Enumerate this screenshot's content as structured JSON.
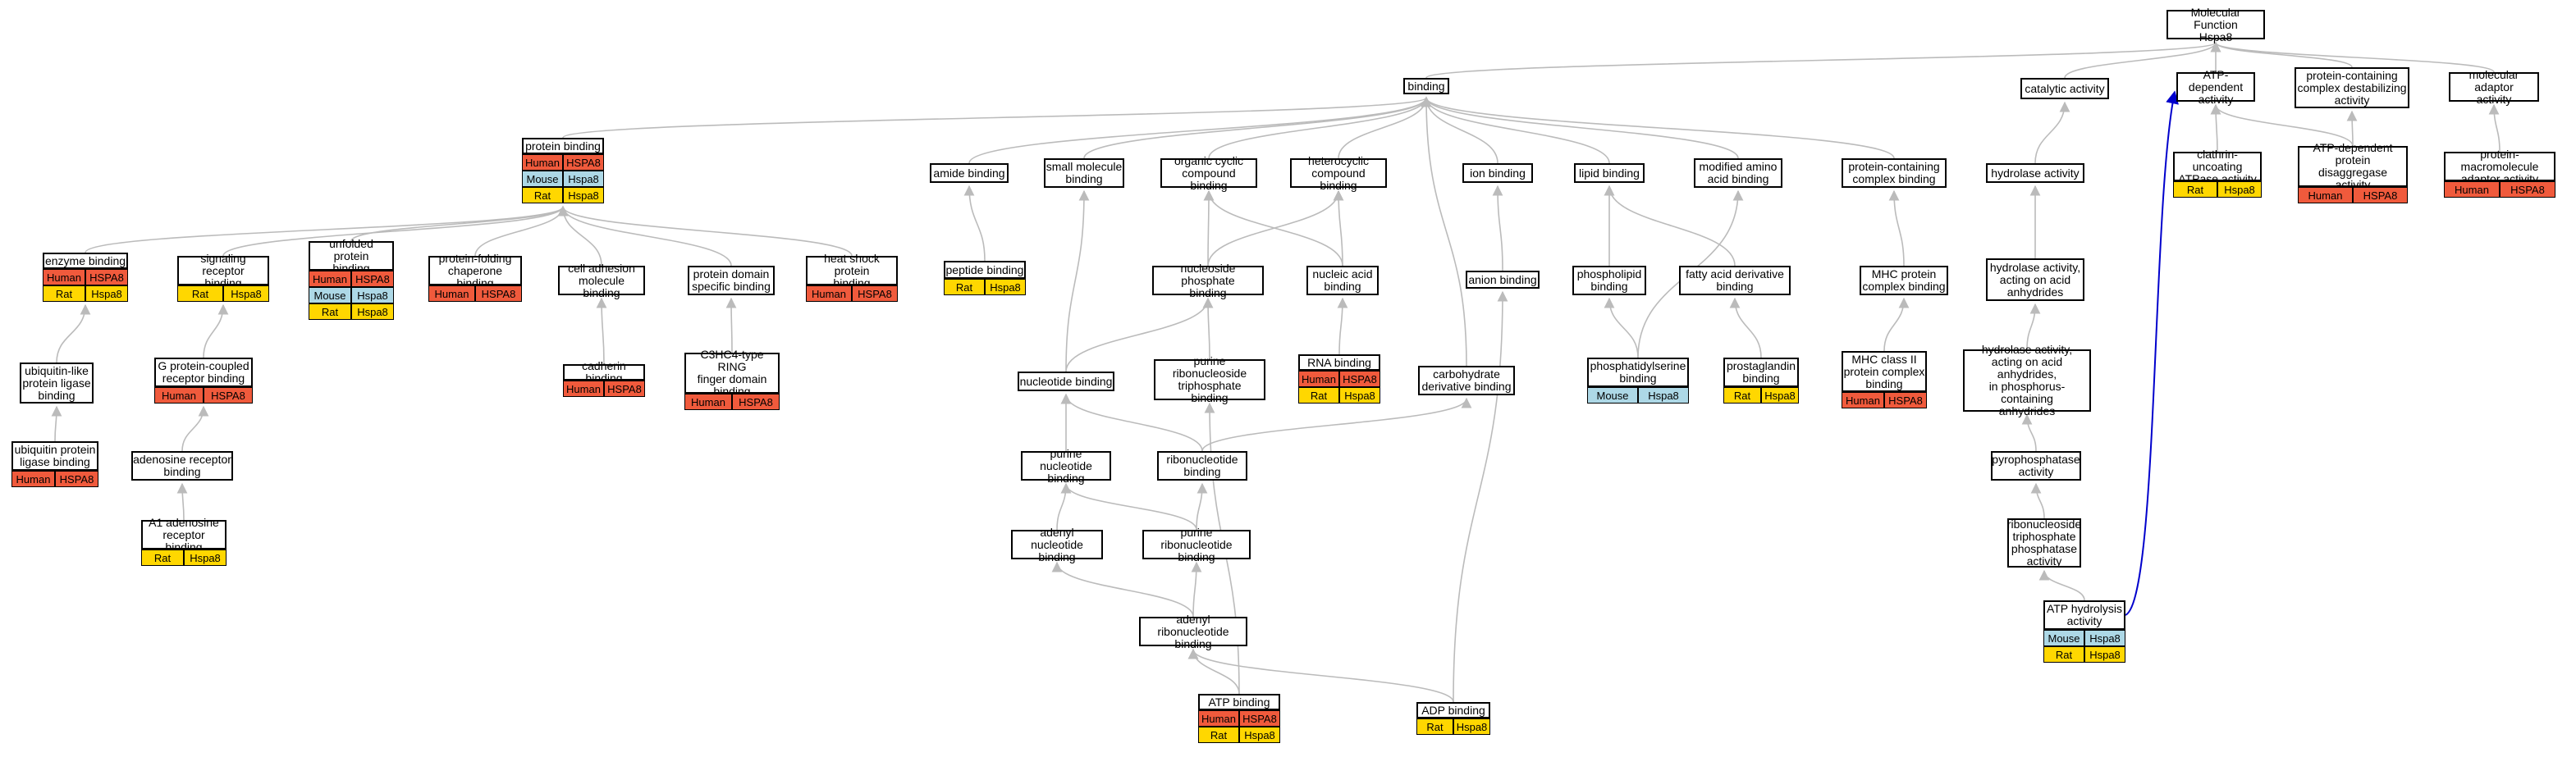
{
  "colors": {
    "human": "#f05a3c",
    "mouse": "#add8e6",
    "rat": "#ffd700",
    "edge": "#bbbbbb",
    "special_edge": "#0000cc"
  },
  "nodes": [
    {
      "id": "mf",
      "label": "Molecular Function\nHspa8"
    },
    {
      "id": "binding",
      "label": "binding"
    },
    {
      "id": "catalytic",
      "label": "catalytic activity"
    },
    {
      "id": "atpdep",
      "label": "ATP-dependent\nactivity"
    },
    {
      "id": "pcdestab",
      "label": "protein-containing\ncomplex destabilizing\nactivity"
    },
    {
      "id": "adaptor",
      "label": "molecular adaptor\nactivity"
    },
    {
      "id": "protbind",
      "label": "protein binding",
      "rows": [
        [
          "Human",
          "HSPA8"
        ],
        [
          "Mouse",
          "Hspa8"
        ],
        [
          "Rat",
          "Hspa8"
        ]
      ]
    },
    {
      "id": "amide",
      "label": "amide binding"
    },
    {
      "id": "smallmol",
      "label": "small molecule\nbinding"
    },
    {
      "id": "orgcyc",
      "label": "organic cyclic\ncompound binding"
    },
    {
      "id": "hetcyc",
      "label": "heterocyclic\ncompound binding"
    },
    {
      "id": "ion",
      "label": "ion binding"
    },
    {
      "id": "lipid",
      "label": "lipid binding"
    },
    {
      "id": "modamino",
      "label": "modified amino\nacid binding"
    },
    {
      "id": "pcbind",
      "label": "protein-containing\ncomplex binding"
    },
    {
      "id": "hydrolase",
      "label": "hydrolase activity"
    },
    {
      "id": "clathrin",
      "label": "clathrin-uncoating\nATPase activity",
      "rows": [
        [
          "Rat",
          "Hspa8"
        ]
      ]
    },
    {
      "id": "disagg",
      "label": "ATP-dependent\nprotein disaggregase\nactivity",
      "rows": [
        [
          "Human",
          "HSPA8"
        ]
      ]
    },
    {
      "id": "pmacro",
      "label": "protein-macromolecule\nadaptor activity",
      "rows": [
        [
          "Human",
          "HSPA8"
        ]
      ]
    },
    {
      "id": "enzyme",
      "label": "enzyme binding",
      "rows": [
        [
          "Human",
          "HSPA8"
        ],
        [
          "Rat",
          "Hspa8"
        ]
      ]
    },
    {
      "id": "sigrec",
      "label": "signaling receptor\nbinding",
      "rows": [
        [
          "Rat",
          "Hspa8"
        ]
      ]
    },
    {
      "id": "unfolded",
      "label": "unfolded protein\nbinding",
      "rows": [
        [
          "Human",
          "HSPA8"
        ],
        [
          "Mouse",
          "Hspa8"
        ],
        [
          "Rat",
          "Hspa8"
        ]
      ]
    },
    {
      "id": "chaperone",
      "label": "protein-folding\nchaperone binding",
      "rows": [
        [
          "Human",
          "HSPA8"
        ]
      ]
    },
    {
      "id": "celladh",
      "label": "cell adhesion\nmolecule binding"
    },
    {
      "id": "domain",
      "label": "protein domain\nspecific binding"
    },
    {
      "id": "heatshock",
      "label": "heat shock protein\nbinding",
      "rows": [
        [
          "Human",
          "HSPA8"
        ]
      ]
    },
    {
      "id": "peptide",
      "label": "peptide binding",
      "rows": [
        [
          "Rat",
          "Hspa8"
        ]
      ]
    },
    {
      "id": "nucphos",
      "label": "nucleoside phosphate\nbinding"
    },
    {
      "id": "nucacid",
      "label": "nucleic acid\nbinding"
    },
    {
      "id": "anion",
      "label": "anion binding"
    },
    {
      "id": "phospholipid",
      "label": "phospholipid\nbinding"
    },
    {
      "id": "fattyacid",
      "label": "fatty acid derivative\nbinding"
    },
    {
      "id": "mhcbind",
      "label": "MHC protein\ncomplex binding"
    },
    {
      "id": "hydrolase_anh",
      "label": "hydrolase activity,\nacting on acid\nanhydrides"
    },
    {
      "id": "ubiqlike",
      "label": "ubiquitin-like\nprotein ligase\nbinding"
    },
    {
      "id": "gpcr",
      "label": "G protein-coupled\nreceptor binding",
      "rows": [
        [
          "Human",
          "HSPA8"
        ]
      ]
    },
    {
      "id": "cadherin",
      "label": "cadherin binding",
      "rows": [
        [
          "Human",
          "HSPA8"
        ]
      ]
    },
    {
      "id": "c3hc4",
      "label": "C3HC4-type RING\nfinger domain\nbinding",
      "rows": [
        [
          "Human",
          "HSPA8"
        ]
      ]
    },
    {
      "id": "nucleotide",
      "label": "nucleotide binding"
    },
    {
      "id": "purinetri",
      "label": "purine ribonucleoside\ntriphosphate\nbinding"
    },
    {
      "id": "rna",
      "label": "RNA binding",
      "rows": [
        [
          "Human",
          "HSPA8"
        ],
        [
          "Rat",
          "Hspa8"
        ]
      ]
    },
    {
      "id": "carbo",
      "label": "carbohydrate\nderivative binding"
    },
    {
      "id": "phosser",
      "label": "phosphatidylserine\nbinding",
      "rows": [
        [
          "Mouse",
          "Hspa8"
        ]
      ]
    },
    {
      "id": "prosta",
      "label": "prostaglandin\nbinding",
      "rows": [
        [
          "Rat",
          "Hspa8"
        ]
      ]
    },
    {
      "id": "mhc2",
      "label": "MHC class II\nprotein complex\nbinding",
      "rows": [
        [
          "Human",
          "HSPA8"
        ]
      ]
    },
    {
      "id": "hydrolase_phos",
      "label": "hydrolase activity,\nacting on acid\nanhydrides,\nin phosphorus-containing\nanhydrides"
    },
    {
      "id": "ubiqprot",
      "label": "ubiquitin protein\nligase binding",
      "rows": [
        [
          "Human",
          "HSPA8"
        ]
      ]
    },
    {
      "id": "adenosine",
      "label": "adenosine receptor\nbinding"
    },
    {
      "id": "purinenuc",
      "label": "purine nucleotide\nbinding"
    },
    {
      "id": "ribonuc",
      "label": "ribonucleotide\nbinding"
    },
    {
      "id": "pyrophos",
      "label": "pyrophosphatase\nactivity"
    },
    {
      "id": "a1",
      "label": "A1 adenosine\nreceptor binding",
      "rows": [
        [
          "Rat",
          "Hspa8"
        ]
      ]
    },
    {
      "id": "adenylnuc",
      "label": "adenyl nucleotide\nbinding"
    },
    {
      "id": "purineribo",
      "label": "purine ribonucleotide\nbinding"
    },
    {
      "id": "rntp",
      "label": "ribonucleoside\ntriphosphate\nphosphatase\nactivity"
    },
    {
      "id": "adenylribo",
      "label": "adenyl ribonucleotide\nbinding"
    },
    {
      "id": "atphyd",
      "label": "ATP hydrolysis\nactivity",
      "rows": [
        [
          "Mouse",
          "Hspa8"
        ],
        [
          "Rat",
          "Hspa8"
        ]
      ]
    },
    {
      "id": "atp",
      "label": "ATP binding",
      "rows": [
        [
          "Human",
          "HSPA8"
        ],
        [
          "Rat",
          "Hspa8"
        ]
      ]
    },
    {
      "id": "adp",
      "label": "ADP binding",
      "rows": [
        [
          "Rat",
          "Hspa8"
        ]
      ]
    }
  ]
}
